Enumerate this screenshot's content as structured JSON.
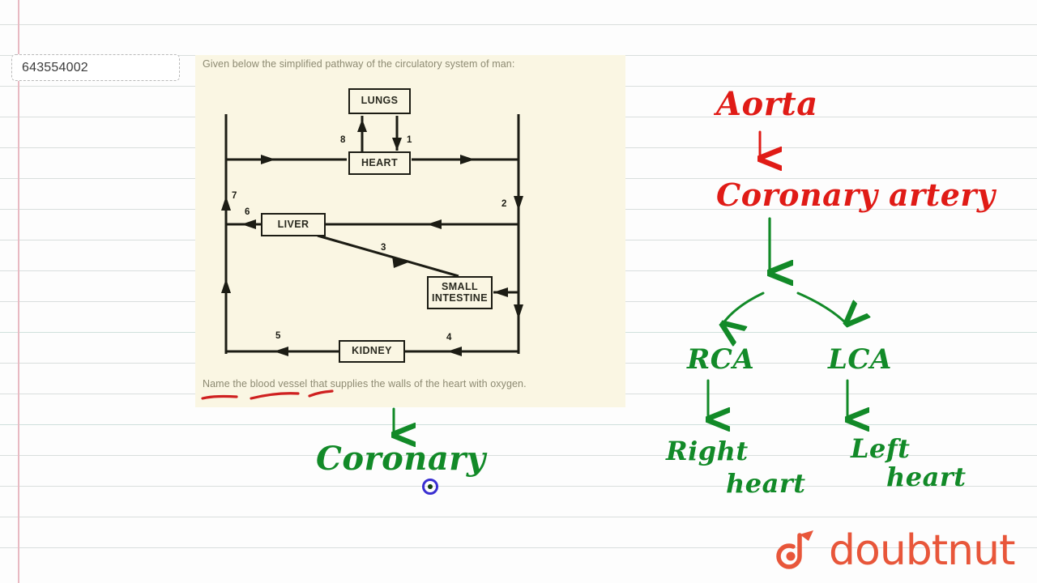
{
  "meta": {
    "question_id": "643554002"
  },
  "question": {
    "prompt": "Given below the simplified pathway of the circulatory system of man:",
    "ask": "Name the blood vessel that supplies the walls of the heart with oxygen."
  },
  "diagram": {
    "title": "simplified pathway of the circulatory system of man",
    "boxes": [
      {
        "id": "lungs",
        "label": "LUNGS"
      },
      {
        "id": "heart",
        "label": "HEART"
      },
      {
        "id": "liver",
        "label": "LIVER"
      },
      {
        "id": "small_intestine",
        "label_line1": "SMALL",
        "label_line2": "INTESTINE"
      },
      {
        "id": "kidney",
        "label": "KIDNEY"
      }
    ],
    "vessel_numbers": [
      "1",
      "2",
      "3",
      "4",
      "5",
      "6",
      "7",
      "8"
    ],
    "num_1": "1",
    "num_2": "2",
    "num_3": "3",
    "num_4": "4",
    "num_5": "5",
    "num_6": "6",
    "num_7": "7",
    "num_8": "8"
  },
  "annotations": {
    "answer_word": "Coronary",
    "red_chain": {
      "top": "Aorta",
      "bottom": "Coronary artery"
    },
    "green_branches": {
      "left_label": "RCA",
      "right_label": "LCA",
      "left_target_line1": "Right",
      "left_target_line2": "heart",
      "right_target_line1": "Left",
      "right_target_line2": "heart"
    },
    "colors": {
      "red_ink": "#e01b16",
      "green_ink": "#128a28",
      "cursor_ring": "#3a2fd1"
    }
  },
  "branding": {
    "logo_text": "doubtnut",
    "logo_color": "#e8563a"
  }
}
